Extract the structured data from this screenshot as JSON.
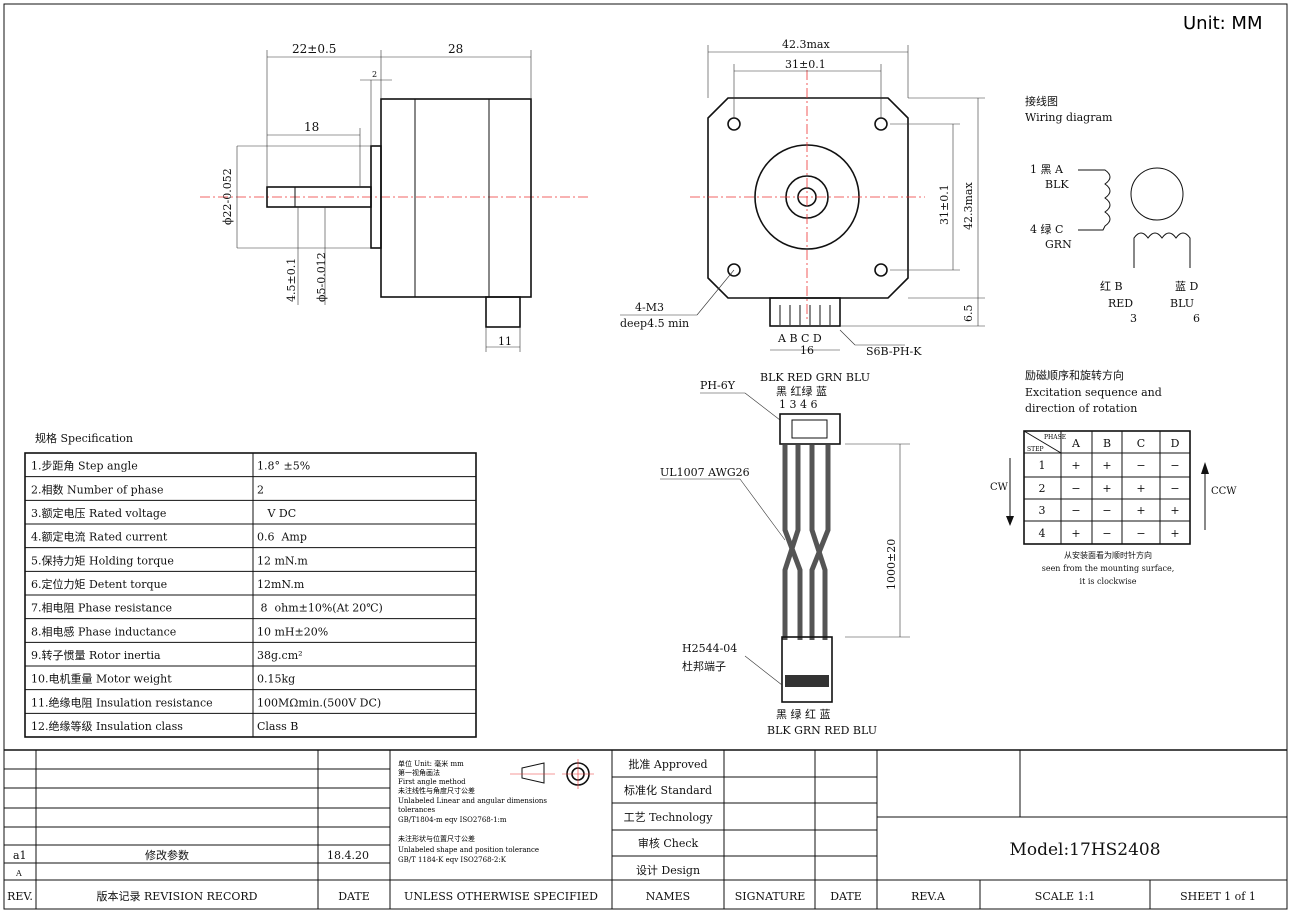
{
  "unit_label": "Unit: MM",
  "side_view": {
    "dim_22": "22±0.5",
    "dim_28": "28",
    "dim_2": "2",
    "dim_18": "18",
    "dia_22": "ϕ22-0.052",
    "dim_4_5": "4.5±0.1",
    "dia_5": "ϕ5-0.012",
    "dim_11": "11"
  },
  "front_view": {
    "dim_42_top": "42.3max",
    "dim_31_top": "31±0.1",
    "dim_31_side": "31±0.1",
    "dim_42_side": "42.3max",
    "dim_6_5": "6.5",
    "holes": "4-M3",
    "holes_depth": "deep4.5 min",
    "pins": "A  B C  D",
    "dim_16": "16",
    "connector": "S6B-PH-K"
  },
  "cable": {
    "colors_en_top": "BLK RED GRN BLU",
    "colors_cn_top": "黑 红绿 蓝",
    "pin_numbers": "1  3 4  6",
    "housing": "PH-6Y",
    "wire": "UL1007 AWG26",
    "length": "1000±20",
    "terminal": "H2544-04",
    "terminal_cn": "杜邦端子",
    "colors_cn_bottom": "黑 绿 红 蓝",
    "colors_en_bottom": "BLK GRN RED BLU"
  },
  "wiring": {
    "title_cn": "接线图",
    "title_en": "Wiring diagram",
    "a": "1  黑 A",
    "a_en": "BLK",
    "c": "4  绿 C",
    "c_en": "GRN",
    "b": "红 B",
    "b_en": "RED",
    "b_num": "3",
    "d": "蓝 D",
    "d_en": "BLU",
    "d_num": "6"
  },
  "excitation": {
    "title_cn": "励磁顺序和旋转方向",
    "title_en1": "Excitation sequence and",
    "title_en2": "direction of rotation",
    "phase_label": "PHASE",
    "step_label": "STEP",
    "phases": [
      "A",
      "B",
      "C",
      "D"
    ],
    "rows": [
      {
        "step": "1",
        "vals": [
          "+",
          "+",
          "−",
          "−"
        ]
      },
      {
        "step": "2",
        "vals": [
          "−",
          "+",
          "+",
          "−"
        ]
      },
      {
        "step": "3",
        "vals": [
          "−",
          "−",
          "+",
          "+"
        ]
      },
      {
        "step": "4",
        "vals": [
          "+",
          "−",
          "−",
          "+"
        ]
      }
    ],
    "cw": "CW",
    "ccw": "CCW",
    "note_cn": "从安装面看为顺时针方向",
    "note_en1": "seen from the mounting surface,",
    "note_en2": "it is clockwise"
  },
  "spec": {
    "title": "规格 Specification",
    "rows": [
      {
        "name": "1.步距角 Step angle",
        "value": "1.8° ±5%"
      },
      {
        "name": "2.相数 Number of phase",
        "value": "2"
      },
      {
        "name": "3.额定电压 Rated voltage",
        "value": "   V DC"
      },
      {
        "name": "4.额定电流 Rated current",
        "value": "0.6  Amp"
      },
      {
        "name": "5.保持力矩 Holding torque",
        "value": "12 mN.m"
      },
      {
        "name": "6.定位力矩 Detent torque",
        "value": "12mN.m"
      },
      {
        "name": "7.相电阻 Phase resistance",
        "value": " 8  ohm±10%(At 20℃)"
      },
      {
        "name": "8.相电感 Phase inductance",
        "value": "10 mH±20%"
      },
      {
        "name": "9.转子惯量 Rotor inertia",
        "value": "38g.cm²"
      },
      {
        "name": "10.电机重量 Motor weight",
        "value": "0.15kg"
      },
      {
        "name": "11.绝缘电阻 Insulation resistance",
        "value": "100MΩmin.(500V DC)"
      },
      {
        "name": "12.绝缘等级 Insulation class",
        "value": "Class B"
      }
    ]
  },
  "title_block": {
    "revision": {
      "rev": "a1",
      "desc": "修改参数",
      "date": "18.4.20",
      "rev2": "A"
    },
    "notes": [
      "单位 Unit: 毫米 mm",
      "第一视角画法",
      "First angle method",
      "未注线性与角度尺寸公差",
      "Unlabeled Linear and angular dimensions",
      "tolerances",
      "GB/T1804-m  eqv ISO2768-1:m",
      "未注形状与位置尺寸公差",
      "Unlabeled shape and position tolerance",
      "GB/T 1184-K  eqv ISO2768-2:K"
    ],
    "approvals": [
      "批准 Approved",
      "标准化 Standard",
      "工艺 Technology",
      "审核 Check",
      "设计 Design"
    ],
    "model": "Model:17HS2408",
    "footer": {
      "rev": "REV.",
      "record": "版本记录 REVISION RECORD",
      "date": "DATE",
      "unless": "UNLESS OTHERWISE SPECIFIED",
      "names": "NAMES",
      "signature": "SIGNATURE",
      "date2": "DATE",
      "rev_a": "REV.A",
      "scale": "SCALE 1:1",
      "sheet": "SHEET 1 of 1"
    }
  }
}
